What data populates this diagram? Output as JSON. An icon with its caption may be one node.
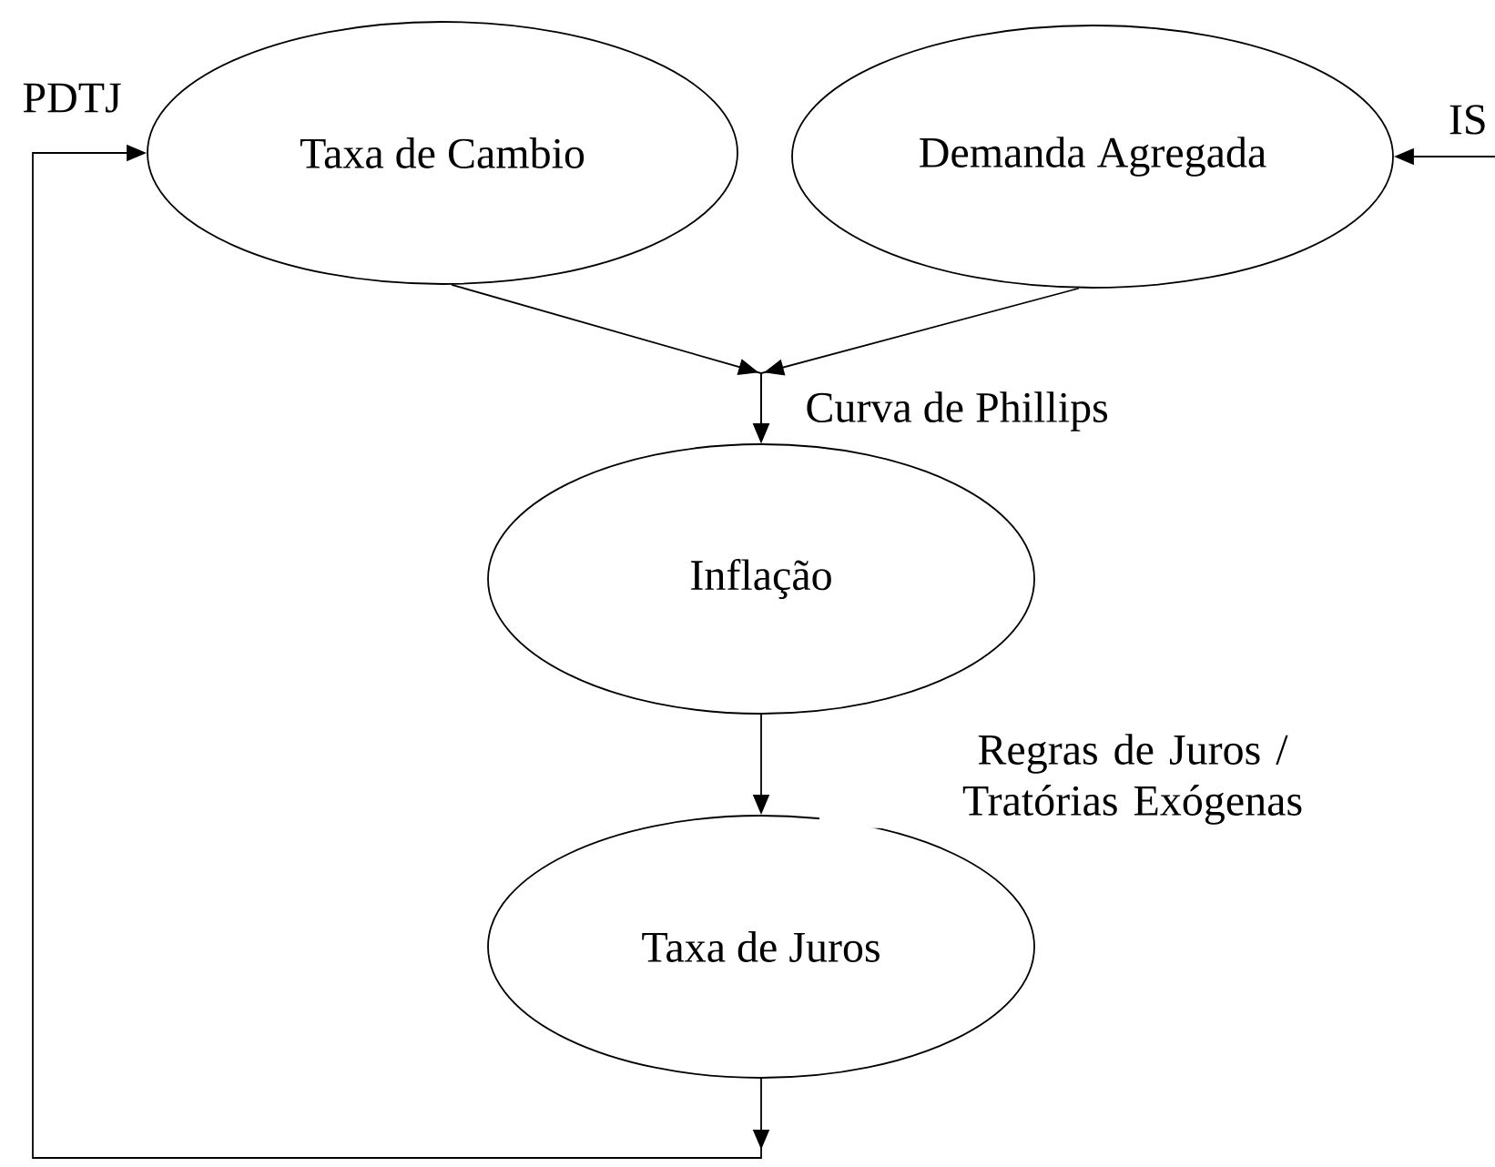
{
  "diagram": {
    "nodes": [
      {
        "text": [
          "Taxa de Cambio"
        ]
      },
      {
        "text": [
          "Demanda Agregada"
        ]
      },
      {
        "text": [
          "Inflação"
        ]
      },
      {
        "text": [
          "Taxa de Juros"
        ]
      },
      {
        "text": [
          "IS"
        ]
      }
    ],
    "edges": [
      {
        "from": 0,
        "to": 2,
        "arrow": "to",
        "label": "Curva de Phillips"
      },
      {
        "from": 1,
        "to": 2,
        "arrow": "to"
      },
      {
        "from": 2,
        "to": 3,
        "arrow": "to",
        "label": "Regras de Juros / Tratórias Exógenas"
      },
      {
        "from": 3,
        "to": 0,
        "arrow": "to",
        "label": "PDTJ"
      },
      {
        "from": 4,
        "to": 1,
        "arrow": "to"
      }
    ]
  }
}
